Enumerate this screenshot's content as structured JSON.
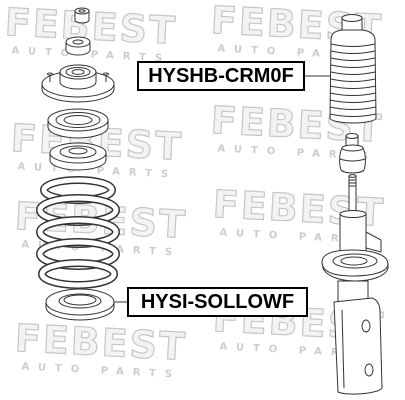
{
  "labels": {
    "boot_part_number": "HYSHB-CRM0F",
    "insulator_part_number": "HYSI-SOLLOWF"
  },
  "watermark": {
    "brand": "FEBEST",
    "tagline": "AUTO PARTS"
  },
  "colors": {
    "line": "#333333",
    "watermark": "#c6c6c6",
    "label_border": "#000000"
  }
}
